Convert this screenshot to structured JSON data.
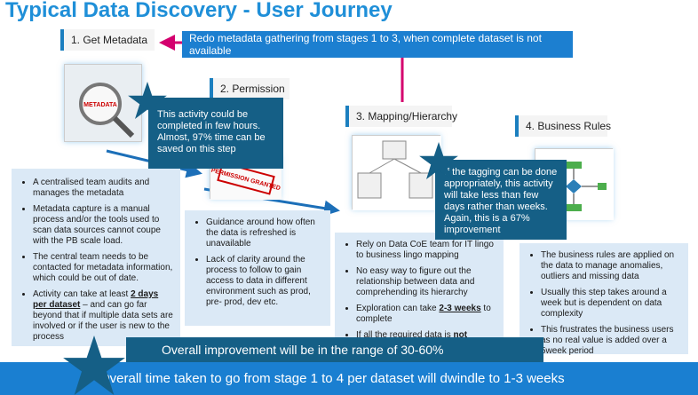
{
  "title": "Typical Data Discovery - User Journey",
  "banner": "Redo metadata gathering from stages 1 to 3, when complete dataset is not available",
  "stages": [
    {
      "label": "1. Get Metadata"
    },
    {
      "label": "2. Permission"
    },
    {
      "label": "3. Mapping/Hierarchy"
    },
    {
      "label": "4. Business Rules"
    }
  ],
  "image_labels": {
    "metadata": "METADATA",
    "permission": "PERMISSION GRANTED"
  },
  "notes": {
    "stage1": "This activity could be completed in few hours. Almost, 97% time can be saved on this step",
    "stage3": "If the tagging can be done appropriately, this activity will take less than few days rather than weeks. Again, this is a 67% improvement"
  },
  "bullets": {
    "stage1": [
      "A centralised team audits and manages the metadata",
      "Metadata capture is a manual process and/or the tools used to scan data sources cannot coupe with the PB scale load.",
      "The central team needs to be contacted for metadata information, which could be out of date."
    ],
    "stage1_last": {
      "pre": "Activity can take at least ",
      "bold": "2 days per dataset",
      "post": " – and can go far beyond that if multiple data sets are involved or if the user is new to the process"
    },
    "stage2": [
      "Guidance around how often the data is refreshed is unavailable",
      "Lack of clarity around the process to follow to gain access to data in different environment such as prod, pre- prod, dev etc."
    ],
    "stage3": [
      "Rely on Data CoE team for IT lingo to business lingo mapping",
      "No easy way to figure out the relationship between data and comprehending its hierarchy"
    ],
    "stage3_exploration": {
      "pre": "Exploration can take ",
      "bold": "2-3 weeks",
      "post": " to complete"
    },
    "stage3_last": {
      "pre": "If all the required data is ",
      "bold": "not"
    },
    "stage4": [
      "The business rules are applied on the data to manage anomalies, outliers and missing data",
      "Usually this step takes around a week but is dependent on data complexity",
      "This frustrates the business users as no real value is added over a 5week period"
    ]
  },
  "overall_improvement": "Overall improvement will be in the range of 30-60%",
  "overall_time": "Overall time taken to go from stage 1 to 4 per dataset will dwindle to 1-3 weeks",
  "colors": {
    "title": "#1f8fd8",
    "banner": "#1c7fd0",
    "note": "#155f86",
    "arrow": "#d4006e",
    "bullet_bg": "#dbe9f6"
  }
}
